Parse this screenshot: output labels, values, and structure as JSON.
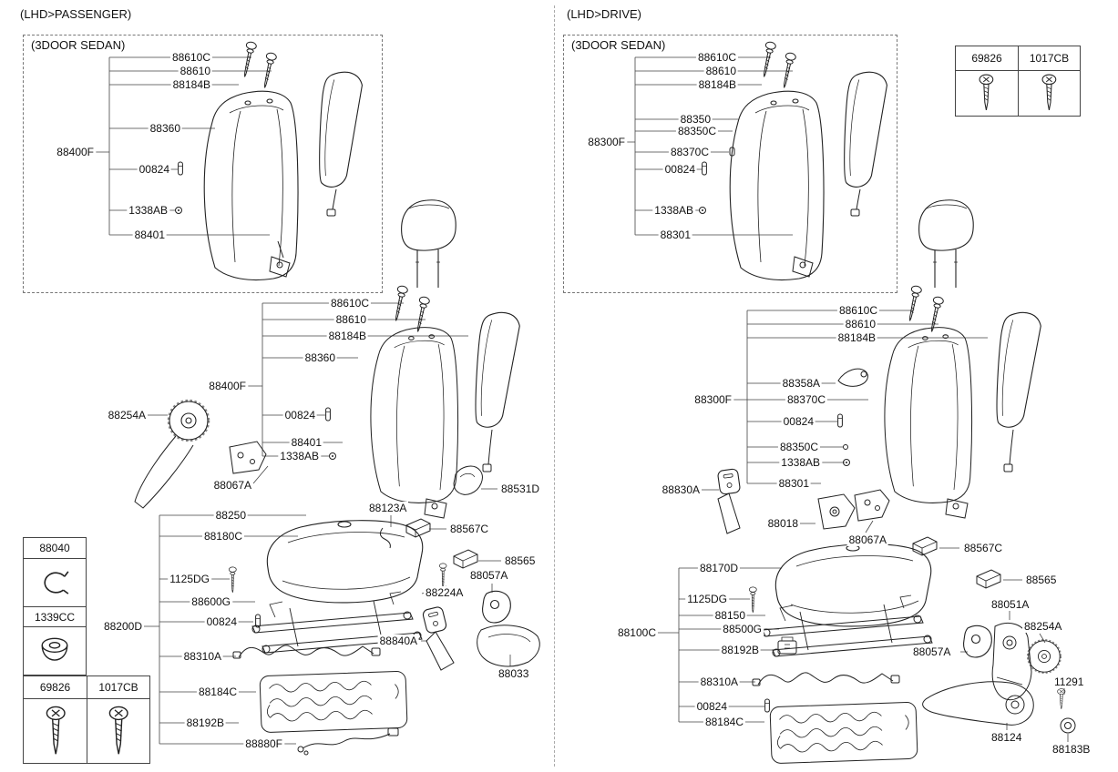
{
  "titles": {
    "passenger": "(LHD>PASSENGER)",
    "driver": "(LHD>DRIVE)",
    "sedan": "(3DOOR SEDAN)"
  },
  "colors": {
    "background": "#ffffff",
    "line": "#222222",
    "leader": "#444444",
    "text": "#111111"
  },
  "passenger": {
    "box": [
      "88610C",
      "88610",
      "88184B",
      "88360",
      "88400F",
      "00824",
      "1338AB",
      "88401"
    ],
    "back": [
      "88610C",
      "88610",
      "88184B",
      "88360",
      "88400F",
      "00824",
      "88401",
      "1338AB",
      "88254A",
      "88067A",
      "88531D"
    ],
    "cushion": [
      "88250",
      "88180C",
      "1125DG",
      "88600G",
      "00824",
      "88200D",
      "88310A",
      "88184C",
      "88192B",
      "88880F",
      "88123A",
      "88567C",
      "88565",
      "88057A",
      "88224A",
      "88840A",
      "88033"
    ]
  },
  "driver": {
    "box": [
      "88610C",
      "88610",
      "88184B",
      "88350",
      "88350C",
      "88300F",
      "88370C",
      "00824",
      "1338AB",
      "88301"
    ],
    "back": [
      "88610C",
      "88610",
      "88184B",
      "88358A",
      "88300F",
      "88370C",
      "00824",
      "88350C",
      "1338AB",
      "88301",
      "88830A",
      "88018",
      "88067A",
      "88567C"
    ],
    "cushion": [
      "88170D",
      "1125DG",
      "88150",
      "88500G",
      "88100C",
      "88192B",
      "88310A",
      "00824",
      "88184C",
      "88565",
      "88051A",
      "88254A",
      "88057A",
      "11291",
      "88124",
      "88183B"
    ]
  },
  "tables": {
    "left_small": {
      "rows": [
        {
          "part": "88040",
          "icon": "clip-icon"
        },
        {
          "part": "1339CC",
          "icon": "grommet-icon"
        }
      ]
    },
    "left_screws": {
      "cols": [
        {
          "part": "69826",
          "icon": "screw-icon"
        },
        {
          "part": "1017CB",
          "icon": "screw-icon"
        }
      ]
    },
    "right_screws": {
      "cols": [
        {
          "part": "69826",
          "icon": "screw-icon"
        },
        {
          "part": "1017CB",
          "icon": "screw-icon"
        }
      ]
    }
  }
}
